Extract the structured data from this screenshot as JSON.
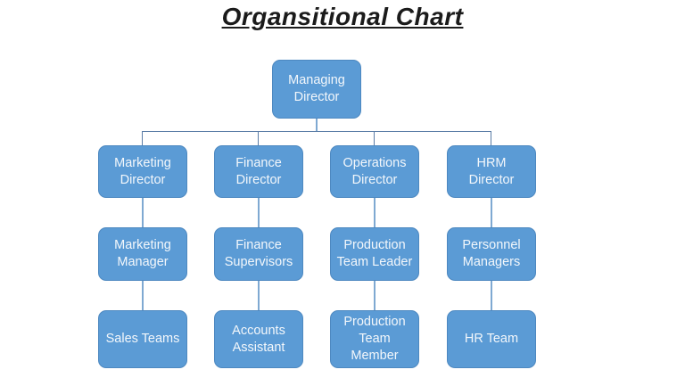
{
  "title": "Organsitional Chart",
  "colors": {
    "box_fill": "#5b9bd5",
    "box_border": "#4d88c0",
    "box_text": "#f3f7fb",
    "connector_light": "#7fa9d2",
    "connector_dark": "#5a7ca6",
    "background": "#ffffff",
    "title_text": "#1b1b1b"
  },
  "org": {
    "root": "Managing Director",
    "columns": [
      {
        "director": "Marketing Director",
        "manager": "Marketing Manager",
        "team": "Sales Teams"
      },
      {
        "director": "Finance Director",
        "manager": "Finance Supervisors",
        "team": "Accounts Assistant"
      },
      {
        "director": "Operations Director",
        "manager": "Production Team Leader",
        "team": "Production Team Member"
      },
      {
        "director": "HRM Director",
        "manager": "Personnel Managers",
        "team": "HR Team"
      }
    ]
  }
}
